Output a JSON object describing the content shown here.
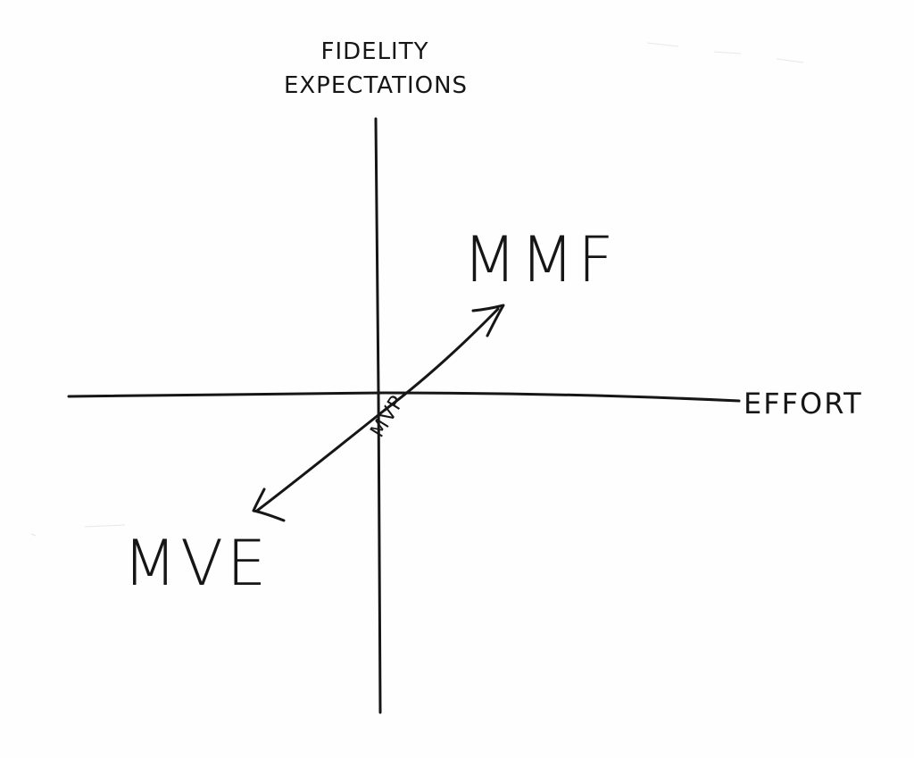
{
  "diagram": {
    "y_axis_label_line1": "FIDELITY",
    "y_axis_label_line2": "EXPECTATIONS",
    "x_axis_label": "EFFORT",
    "label_top_right": "MMF",
    "label_bottom_left": "MVE",
    "label_center": "MVP"
  },
  "colors": {
    "ink": "#161616",
    "board": "#fefefe"
  }
}
